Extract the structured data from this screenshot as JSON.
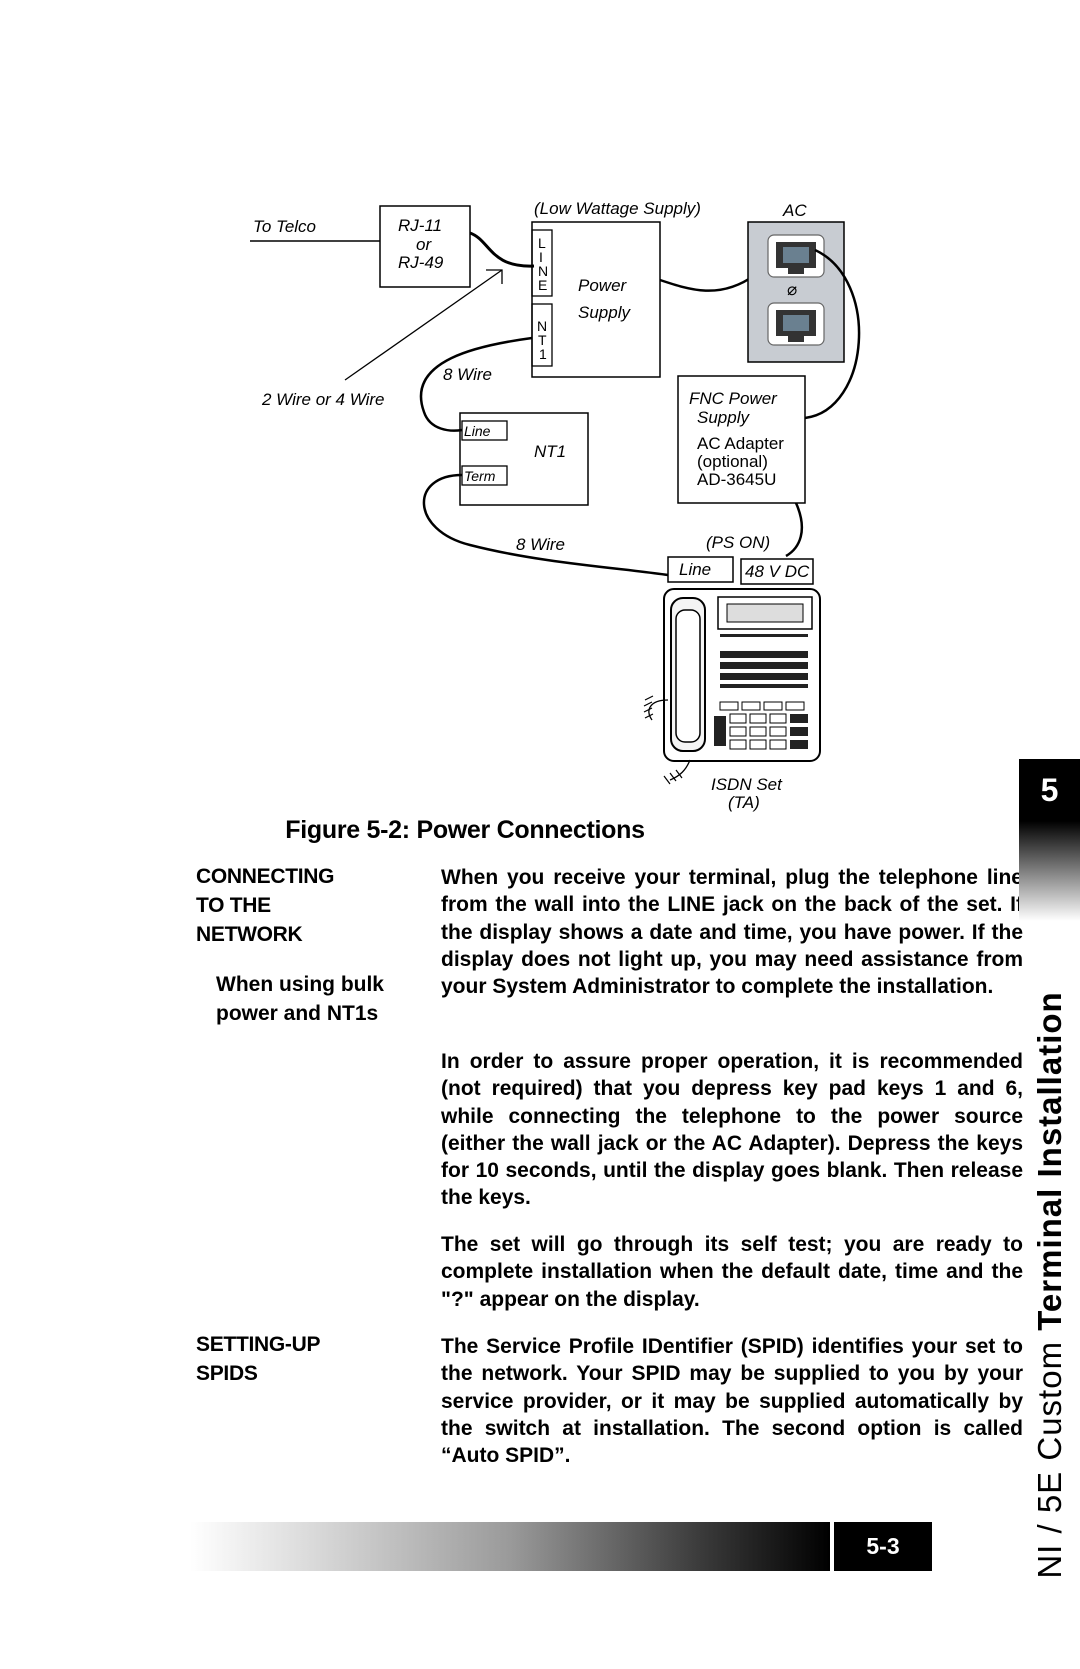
{
  "diagram": {
    "to_telco": "To Telco",
    "rj11": "RJ-11",
    "or": "or",
    "rj49": "RJ-49",
    "low_wattage": "(Low Wattage Supply)",
    "ac": "AC",
    "line_vertical": [
      "L",
      "I",
      "N",
      "E"
    ],
    "nt1_vertical": [
      "N",
      "T",
      "1"
    ],
    "power": "Power",
    "supply": "Supply",
    "wire_8_top": "8 Wire",
    "wire_2_or_4": "2 Wire or 4 Wire",
    "nt1_line": "Line",
    "nt1_label": "NT1",
    "nt1_term": "Term",
    "fnc_power": "FNC Power",
    "fnc_supply": "Supply",
    "ac_adapter": "AC Adapter",
    "optional": "(optional)",
    "model": "AD-3645U",
    "wire_8_bottom": "8 Wire",
    "ps_on": "(PS ON)",
    "phone_line": "Line",
    "v48": "48 V DC",
    "isdn_set": "ISDN Set",
    "ta": "(TA)",
    "ground_symbol": "⌀"
  },
  "figure_caption": "Figure 5-2: Power Connections",
  "sidebar": {
    "connecting": [
      "CONNECTING",
      "TO THE",
      "NETWORK"
    ],
    "bulk": [
      "When using bulk",
      "power and NT1s"
    ],
    "setting": [
      "SETTING-UP",
      "SPIDS"
    ]
  },
  "body": {
    "p1": "When you receive your terminal, plug the telephone line from the wall into the LINE jack on the back of the set.  If the display shows a date and time, you have power.  If the display does not light up, you may need assistance from your System Administrator to complete the installation.",
    "p2": "In order to assure proper operation, it is recommended (not required) that you depress key pad keys 1 and 6, while connecting the telephone to the power source (either the wall jack or the AC Adapter).  Depress the keys for 10 seconds, until the display goes blank.  Then release the keys.",
    "p3": "The set will go through its self test; you are ready to complete installation when the default date, time and the \"?\" appear on the display.",
    "p4": "The Service Profile IDentifier (SPID) identifies your set to the network.  Your SPID may be supplied to you by your service provider, or it may be supplied automatically by the switch at installation.  The second option is called “Auto SPID”."
  },
  "side_tab": "5",
  "vertical_title": {
    "normal": "NI / 5E Custom",
    "bold": "Terminal Installation"
  },
  "page_number": "5-3"
}
